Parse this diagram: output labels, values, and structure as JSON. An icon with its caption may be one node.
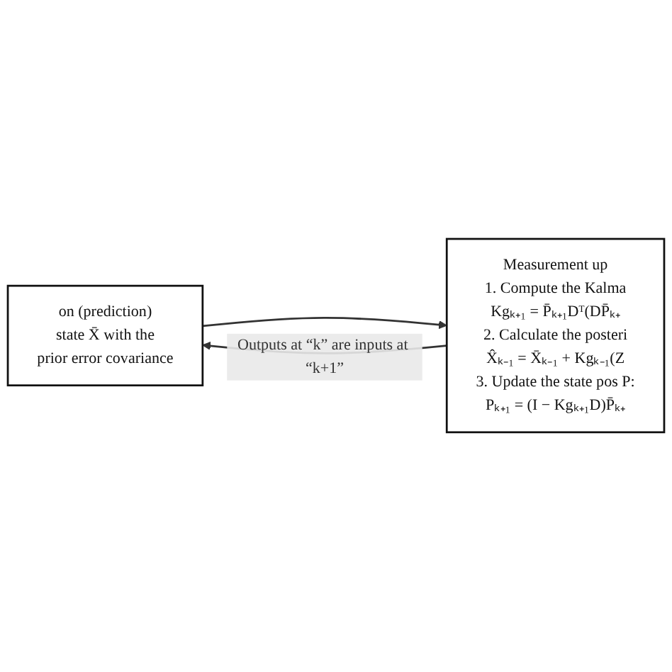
{
  "diagram": {
    "nodes": [
      {
        "text": [
          "on (prediction)",
          "state X̄ with the",
          "prior error covariance"
        ]
      },
      {
        "text": [
          "Measurement up",
          "1. Compute the Kalma",
          "Kgₖ₊₁ = P̄ₖ₊₁Dᵀ(DP̄ₖ₊",
          "2. Calculate the posteri",
          "X̂ₖ₋₁ = X̄ₖ₋₁ + Kgₖ₋₁(Z",
          "3. Update the state pos P:",
          "Pₖ₊₁ = (I − Kgₖ₊₁D)P̄ₖ₊"
        ]
      }
    ],
    "edges": [
      {
        "from": 0,
        "to": 1,
        "arrow": "to"
      },
      {
        "from": 1,
        "to": 0,
        "arrow": "to",
        "label": "Outputs at “k” are inputs at “k+1”"
      }
    ]
  }
}
